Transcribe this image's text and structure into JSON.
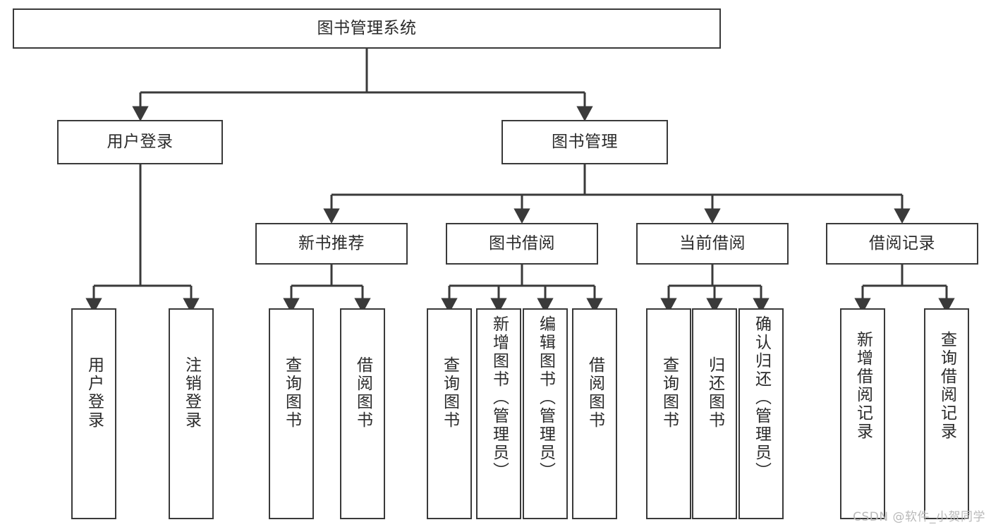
{
  "diagram": {
    "type": "tree-hierarchy",
    "title": "图书管理系统",
    "root": {
      "label": "图书管理系统"
    },
    "level1": [
      {
        "label": "用户登录"
      },
      {
        "label": "图书管理"
      }
    ],
    "level2": [
      {
        "label": "新书推荐"
      },
      {
        "label": "图书借阅"
      },
      {
        "label": "当前借阅"
      },
      {
        "label": "借阅记录"
      }
    ],
    "leaves": {
      "user_login": [
        {
          "label": "用户登录"
        },
        {
          "label": "注销登录"
        }
      ],
      "new_book_recommend": [
        {
          "label": "查询图书"
        },
        {
          "label": "借阅图书"
        }
      ],
      "book_borrow": [
        {
          "label": "查询图书"
        },
        {
          "label": "新增图书（管理员）"
        },
        {
          "label": "编辑图书（管理员）"
        },
        {
          "label": "借阅图书"
        }
      ],
      "current_borrow": [
        {
          "label": "查询图书"
        },
        {
          "label": "归还图书"
        },
        {
          "label": "确认归还（管理员）"
        }
      ],
      "borrow_record": [
        {
          "label": "新增借阅记录"
        },
        {
          "label": "查询借阅记录"
        }
      ]
    }
  },
  "watermark": {
    "text": "CSDN @软件_小贺同学"
  },
  "colors": {
    "stroke": "#3a3a3a",
    "box_fill": "#ffffff",
    "text": "#2b2b2b",
    "watermark": "#b9b9b9",
    "background": "#ffffff"
  }
}
